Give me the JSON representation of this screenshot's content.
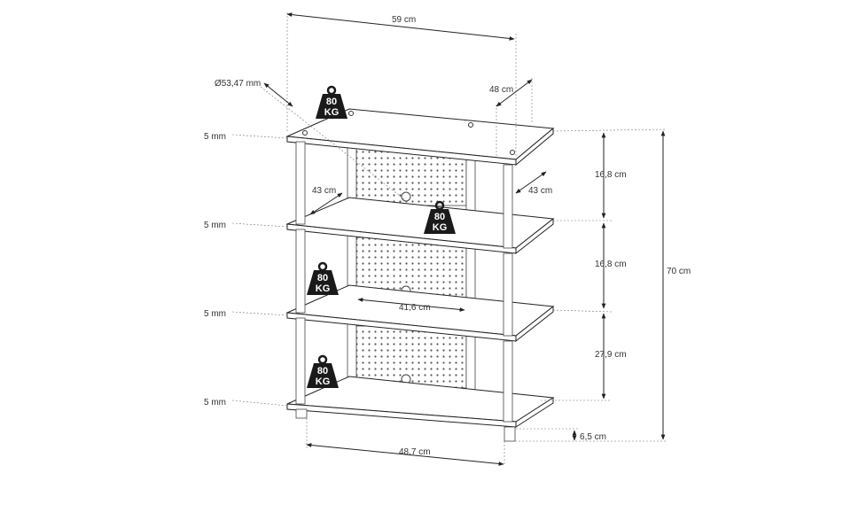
{
  "dimensions": {
    "width": "59 cm",
    "depth": "48 cm",
    "diameter": "Ø53,47 mm",
    "shelf_depth_left": "43 cm",
    "shelf_depth_right": "43 cm",
    "height_top": "16,8 cm",
    "height_middle": "16,8 cm",
    "height_bottom": "27,9 cm",
    "total_height": "70 cm",
    "foot_height": "6,5 cm",
    "inner_width": "41,6 cm",
    "base_width": "48,7 cm"
  },
  "thickness_labels": [
    "5 mm",
    "5 mm",
    "5 mm",
    "5 mm"
  ],
  "weights": [
    {
      "value": "80",
      "unit": "KG"
    },
    {
      "value": "80",
      "unit": "KG"
    },
    {
      "value": "80",
      "unit": "KG"
    },
    {
      "value": "80",
      "unit": "KG"
    }
  ],
  "colors": {
    "weight_fill": "#1a1a1a",
    "line": "#222222"
  }
}
